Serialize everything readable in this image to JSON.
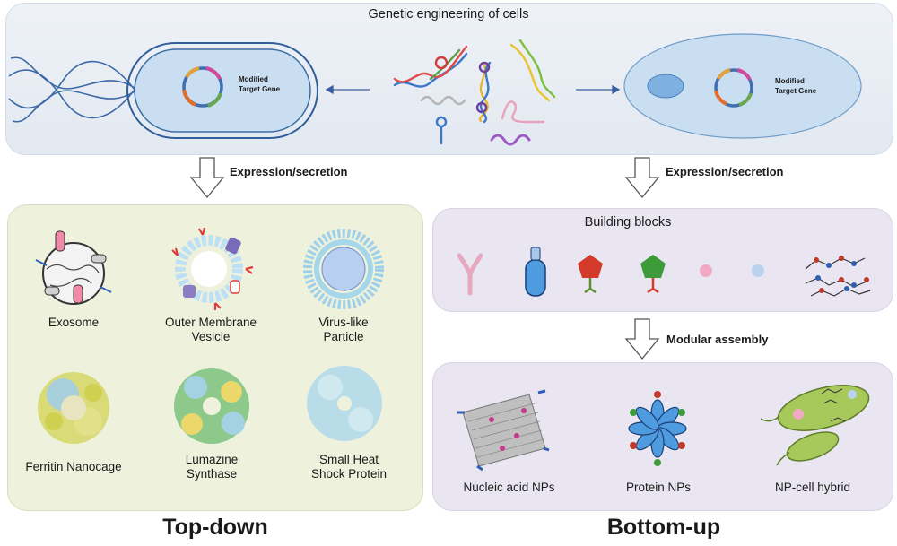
{
  "header": {
    "title": "Genetic engineering of cells"
  },
  "cells": {
    "left_label_line1": "Modified",
    "left_label_line2": "Target Gene",
    "right_label_line1": "Modified",
    "right_label_line2": "Target Gene"
  },
  "arrows": {
    "left_expression": "Expression/secretion",
    "right_expression": "Expression/secretion",
    "modular": "Modular assembly"
  },
  "topdown": {
    "items": [
      {
        "name": "exosome",
        "label": "Exosome"
      },
      {
        "name": "outer-membrane-vesicle",
        "label": "Outer Membrane\nVesicle"
      },
      {
        "name": "virus-like-particle",
        "label": "Virus-like\nParticle"
      },
      {
        "name": "ferritin-nanocage",
        "label": "Ferritin Nanocage"
      },
      {
        "name": "lumazine-synthase",
        "label": "Lumazine\nSynthase"
      },
      {
        "name": "small-heat-shock-protein",
        "label": "Small Heat\nShock Protein"
      }
    ],
    "footer": "Top-down"
  },
  "blocks": {
    "title": "Building blocks"
  },
  "bottomup": {
    "items": [
      {
        "name": "nucleic-acid-nps",
        "label": "Nucleic acid NPs"
      },
      {
        "name": "protein-nps",
        "label": "Protein NPs"
      },
      {
        "name": "np-cell-hybrid",
        "label": "NP-cell hybrid"
      }
    ],
    "footer": "Bottom-up"
  },
  "colors": {
    "genetic_panel": "#e6ebf2",
    "topdown_panel": "#eef2dc",
    "bottomup_panel": "#e9e6f1",
    "cell_fill": "#c9def1",
    "cell_stroke": "#3b6ea3",
    "arrow_blue": "#3b5fa0"
  }
}
